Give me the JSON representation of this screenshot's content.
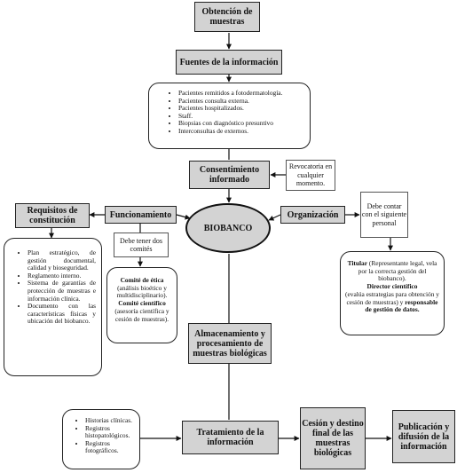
{
  "nodes": {
    "obtencion": "Obtención de muestras",
    "fuentes": "Fuentes de la información",
    "consentimiento": "Consentimiento informado",
    "revocatoria": "Revocatoria en cualquier momento.",
    "biobanco": "BIOBANCO",
    "requisitos": "Requisitos de constitución",
    "funcionamiento": "Funcionamiento",
    "organizacion": "Organización",
    "debe_contar": "Debe contar con el siguiente personal",
    "debe_tener": "Debe tener dos comités",
    "almacenamiento": "Almacenamiento y procesamiento de muestras biológicas",
    "tratamiento": "Tratamiento de la información",
    "cesion": "Cesión y destino final de las muestras biológicas",
    "publicacion": "Publicación y difusión de la información"
  },
  "fuentes_list": [
    "Pacientes remitidos a fotodermatología.",
    "Pacientes consulta externa.",
    "Pacientes hospitalizados.",
    "Staff.",
    "Biopsias con diagnóstico presuntivo",
    "Interconsultas de externos."
  ],
  "requisitos_list": [
    "Plan estratégico, de gestión documental, calidad y bioseguridad.",
    "Reglamento interno.",
    "Sistema de garantías de protección de muestras e información clínica.",
    "Documento con las características físicas y ubicación del biobanco."
  ],
  "comites": {
    "etica_title": "Comité de ética",
    "etica_desc": "(análisis bioético y multidisciplinario).",
    "cientifico_title": "Comité científico",
    "cientifico_desc": "(asesoría científica y cesión de muestras)."
  },
  "personal": {
    "titular_title": "Titular",
    "titular_desc": "(Representante legal, vela por la correcta gestión del biobanco).",
    "director_title": "Director científico",
    "director_desc": "(evalúa estrategias para obtención y cesión de muestras) y",
    "responsable_title": "responsable de gestión de datos."
  },
  "historias_list": [
    "Historias clínicas.",
    "Registros histopatológicos.",
    "Registros fotográficos."
  ]
}
